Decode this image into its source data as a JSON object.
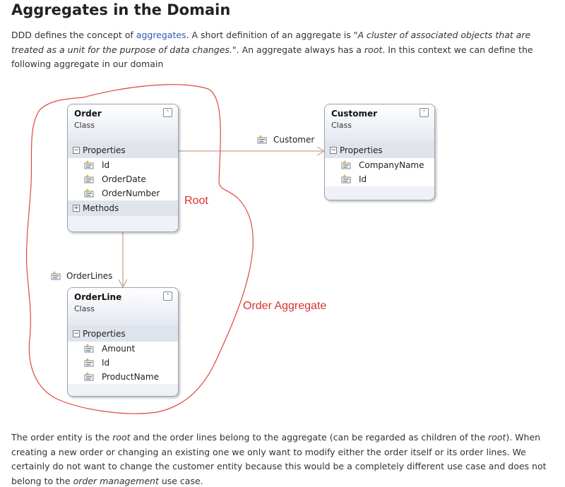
{
  "heading": "Aggregates in the Domain",
  "intro": {
    "t1": "DDD defines the concept of ",
    "link": "aggregates",
    "t2": ". A short definition of an aggregate is \"",
    "quote": "A cluster of associated objects that are treated as a unit for the purpose of data changes.",
    "t3": "\". An aggregate always has a ",
    "root": "root",
    "t4": ". In this context we can define the following aggregate in our domain"
  },
  "diagram": {
    "order": {
      "name": "Order",
      "kind": "Class",
      "properties_label": "Properties",
      "properties": [
        "Id",
        "OrderDate",
        "OrderNumber"
      ],
      "methods_label": "Methods"
    },
    "customer": {
      "name": "Customer",
      "kind": "Class",
      "properties_label": "Properties",
      "properties": [
        "CompanyName",
        "Id"
      ]
    },
    "orderline": {
      "name": "OrderLine",
      "kind": "Class",
      "properties_label": "Properties",
      "properties": [
        "Amount",
        "Id",
        "ProductName"
      ]
    },
    "assoc_customer": "Customer",
    "assoc_orderlines": "OrderLines",
    "root_label": "Root",
    "aggregate_label": "Order Aggregate",
    "annotation_color": "#d9322b"
  },
  "outro": {
    "t1": "The order entity is the ",
    "root1": "root",
    "t2": " and the order lines belong to the aggregate (can be regarded as children of the ",
    "root2": "root",
    "t3": "). When creating a new order or changing an existing one we only want to modify either the order itself or its order lines. We certainly do not want to change the customer entity because this would be a completely different use case and does not belong to the ",
    "om": "order management",
    "t4": " use case."
  }
}
